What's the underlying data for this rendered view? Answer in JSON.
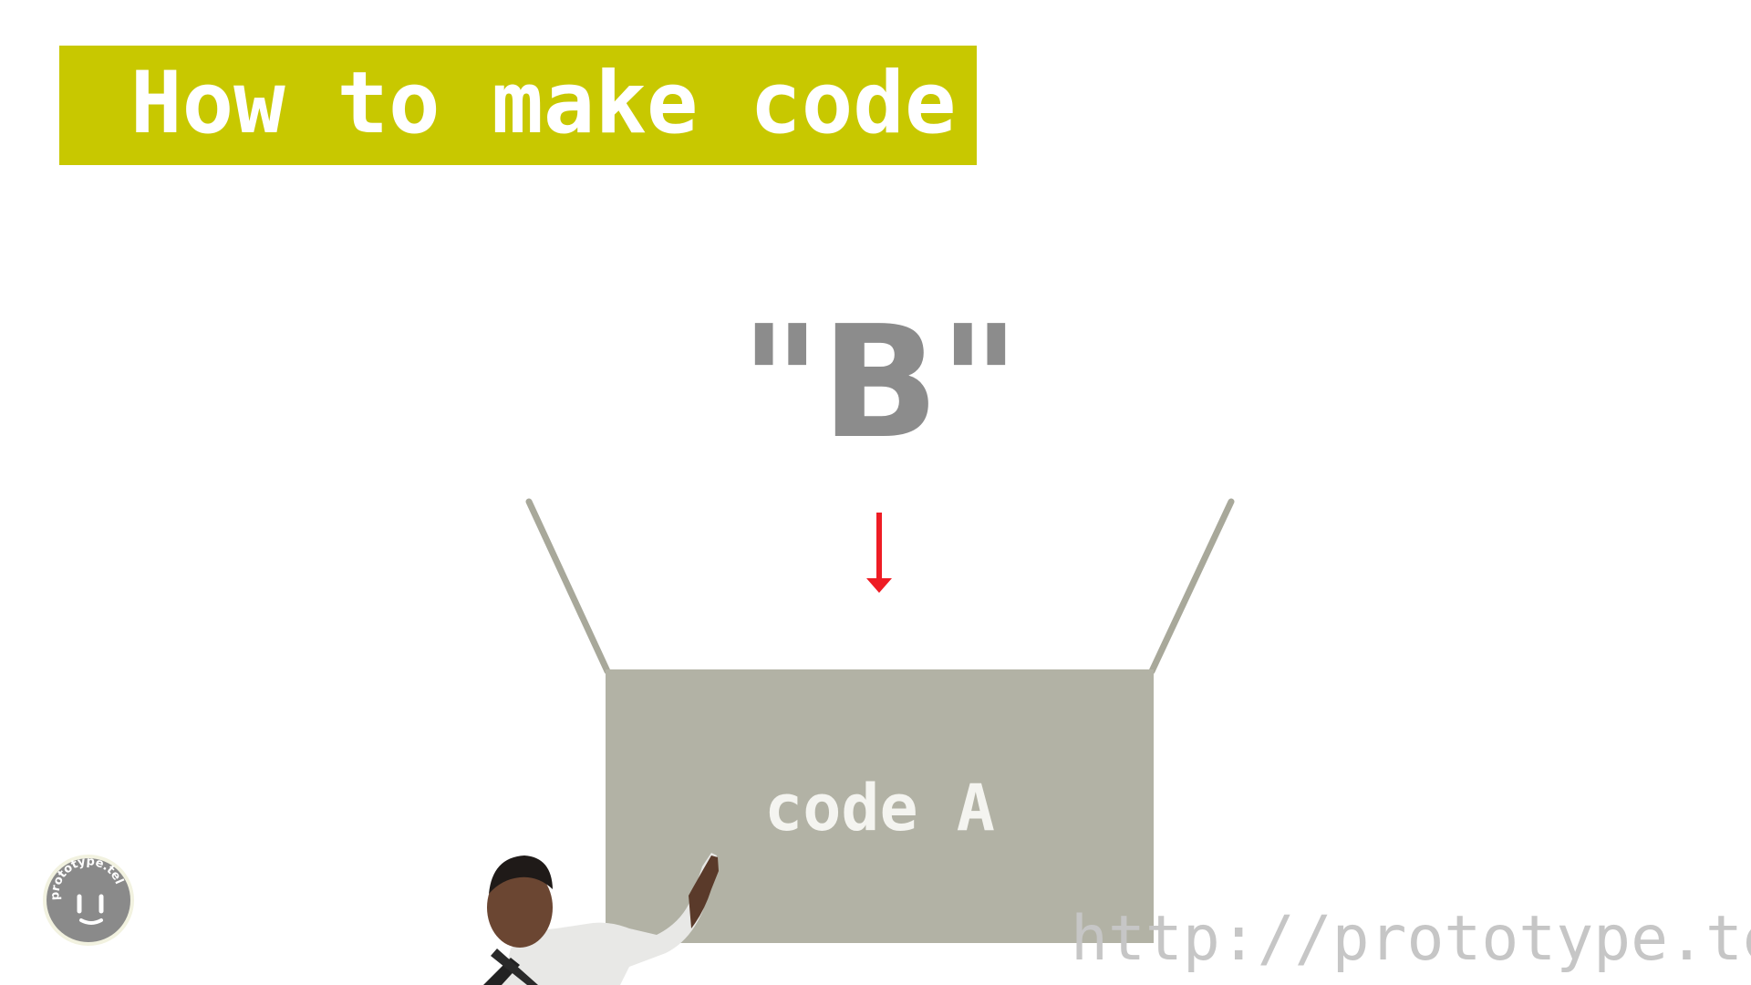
{
  "slide": {
    "title": "How to make code",
    "input_label": "\"B\"",
    "box_label": "code A",
    "footer_url": "http://prototype.tel",
    "logo_text": "prototype.tel"
  },
  "colors": {
    "title_bg": "#c8c800",
    "title_text": "#ffffff",
    "input_text": "#8c8c8c",
    "box_fill": "#b2b2a5",
    "box_text": "#f4f4f0",
    "funnel_line": "#a8a89a",
    "arrow": "#ee1c24",
    "url_text": "#c6c6c6"
  },
  "icons": {
    "arrow": "arrow-down-icon",
    "logo": "smiley-logo-icon"
  }
}
